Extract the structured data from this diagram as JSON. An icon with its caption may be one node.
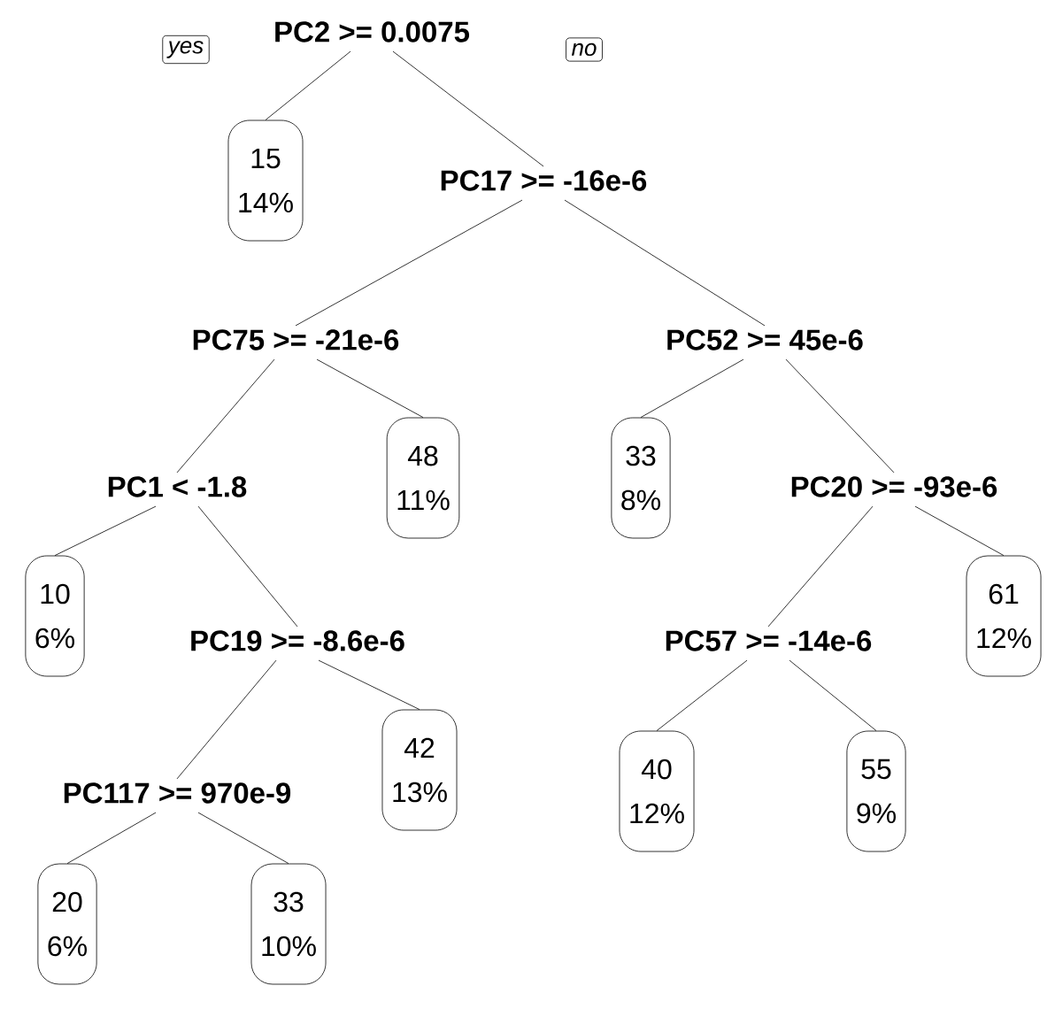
{
  "diagram": {
    "nodes": [
      {
        "text": [
          "yes"
        ]
      },
      {
        "text": [
          "PC2 >= 0.0075"
        ]
      },
      {
        "text": [
          "no"
        ]
      },
      {
        "text": [
          "15",
          "14%"
        ]
      },
      {
        "text": [
          "PC17 >= -16e-6"
        ]
      },
      {
        "text": [
          "PC75 >= -21e-6"
        ]
      },
      {
        "text": [
          "PC52 >= 45e-6"
        ]
      },
      {
        "text": [
          "PC1 < -1.8"
        ]
      },
      {
        "text": [
          "48",
          "11%"
        ]
      },
      {
        "text": [
          "33",
          "8%"
        ]
      },
      {
        "text": [
          "PC20 >= -93e-6"
        ]
      },
      {
        "text": [
          "10",
          "6%"
        ]
      },
      {
        "text": [
          "PC19 >= -8.6e-6"
        ]
      },
      {
        "text": [
          "61",
          "12%"
        ]
      },
      {
        "text": [
          "PC57 >= -14e-6"
        ]
      },
      {
        "text": [
          "PC117 >= 970e-9"
        ]
      },
      {
        "text": [
          "42",
          "13%"
        ]
      },
      {
        "text": [
          "40",
          "12%"
        ]
      },
      {
        "text": [
          "55",
          "9%"
        ]
      },
      {
        "text": [
          "20",
          "6%"
        ]
      },
      {
        "text": [
          "33",
          "10%"
        ]
      }
    ],
    "edges": [
      {
        "from": 1,
        "to": 3,
        "arrow": "none"
      },
      {
        "from": 1,
        "to": 4,
        "arrow": "none"
      },
      {
        "from": 4,
        "to": 5,
        "arrow": "none"
      },
      {
        "from": 4,
        "to": 6,
        "arrow": "none"
      },
      {
        "from": 5,
        "to": 7,
        "arrow": "none"
      },
      {
        "from": 5,
        "to": 8,
        "arrow": "none"
      },
      {
        "from": 6,
        "to": 9,
        "arrow": "none"
      },
      {
        "from": 6,
        "to": 10,
        "arrow": "none"
      },
      {
        "from": 7,
        "to": 11,
        "arrow": "none"
      },
      {
        "from": 7,
        "to": 12,
        "arrow": "none"
      },
      {
        "from": 10,
        "to": 14,
        "arrow": "none"
      },
      {
        "from": 10,
        "to": 13,
        "arrow": "none"
      },
      {
        "from": 12,
        "to": 15,
        "arrow": "none"
      },
      {
        "from": 12,
        "to": 16,
        "arrow": "none"
      },
      {
        "from": 14,
        "to": 17,
        "arrow": "none"
      },
      {
        "from": 14,
        "to": 18,
        "arrow": "none"
      },
      {
        "from": 15,
        "to": 19,
        "arrow": "none"
      },
      {
        "from": 15,
        "to": 20,
        "arrow": "none"
      }
    ]
  }
}
